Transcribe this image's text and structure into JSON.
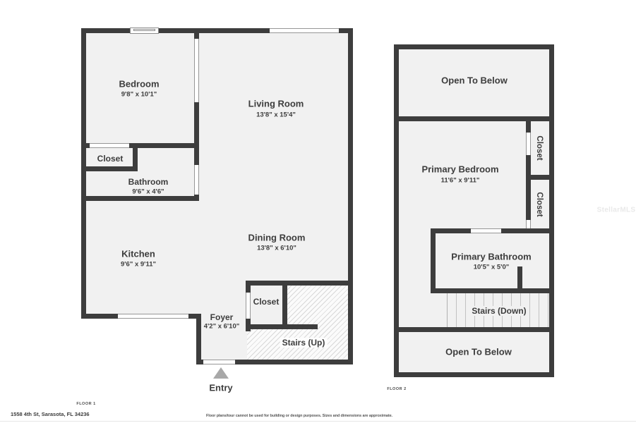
{
  "watermark": "StellarMLS",
  "colors": {
    "wall": "#3d3d3d",
    "floor_fill": "#f1f1f1",
    "text": "#3d3d3d",
    "entry_arrow": "#a8a8a8",
    "hatch_line": "#d8d8d8"
  },
  "floor1": {
    "tag": "FLOOR 1",
    "entry": "Entry",
    "bedroom": {
      "name": "Bedroom",
      "dims": "9'8\" x 10'1\""
    },
    "living_room": {
      "name": "Living Room",
      "dims": "13'8\" x 15'4\""
    },
    "closet": {
      "name": "Closet"
    },
    "bathroom": {
      "name": "Bathroom",
      "dims": "9'6\" x 4'6\""
    },
    "kitchen": {
      "name": "Kitchen",
      "dims": "9'6\" x 9'11\""
    },
    "dining_room": {
      "name": "Dining Room",
      "dims": "13'8\" x 6'10\""
    },
    "foyer": {
      "name": "Foyer",
      "dims": "4'2\" x 6'10\""
    },
    "foyer_closet": {
      "name": "Closet"
    },
    "stairs": {
      "name": "Stairs (Up)"
    }
  },
  "floor2": {
    "tag": "FLOOR 2",
    "open_to_below_top": {
      "name": "Open To Below"
    },
    "primary_bedroom": {
      "name": "Primary Bedroom",
      "dims": "11'6\" x 9'11\""
    },
    "closet_upper": {
      "name": "Closet"
    },
    "closet_lower": {
      "name": "Closet"
    },
    "primary_bathroom": {
      "name": "Primary Bathroom",
      "dims": "10'5\" x 5'0\""
    },
    "stairs": {
      "name": "Stairs (Down)"
    },
    "open_to_below_bottom": {
      "name": "Open To Below"
    }
  },
  "footer": {
    "address": "1558 4th St, Sarasota, FL 34236",
    "disclaimer": "Floor plans/tour cannot be used for building or design purposes. Sizes and dimensions are approximate."
  }
}
